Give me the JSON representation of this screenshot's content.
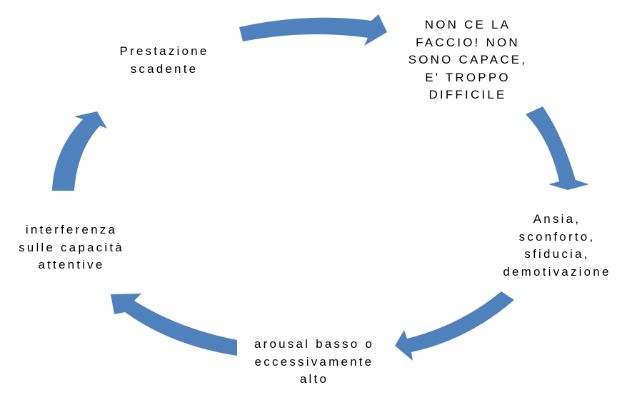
{
  "diagram": {
    "type": "cycle",
    "arrow_color": "#4F81BD",
    "nodes": [
      {
        "id": "prestazione",
        "lines": [
          "Prestazione",
          "scadente"
        ]
      },
      {
        "id": "non-ce-la",
        "lines": [
          "NON CE LA",
          "FACCIO! NON",
          "SONO CAPACE,",
          "E' TROPPO",
          "DIFFICILE"
        ]
      },
      {
        "id": "ansia",
        "lines": [
          "Ansia,",
          "sconforto,",
          "sfiducia,",
          "demotivazione"
        ]
      },
      {
        "id": "arousal",
        "lines": [
          "arousal basso o",
          "eccessivamente",
          "alto"
        ]
      },
      {
        "id": "interferenza",
        "lines": [
          "interferenza",
          "sulle capacità",
          "attentive"
        ]
      }
    ]
  }
}
